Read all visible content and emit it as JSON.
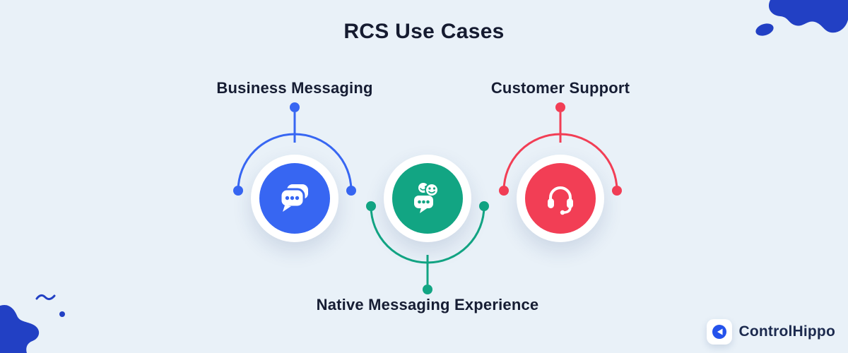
{
  "title": "RCS Use Cases",
  "nodes": [
    {
      "id": "business-messaging",
      "label": "Business Messaging",
      "color": "#3766F2",
      "icon": "chat-bubbles-icon",
      "label_position": "top"
    },
    {
      "id": "native-messaging-experience",
      "label": "Native Messaging Experience",
      "color": "#12A583",
      "icon": "smiley-chat-icon",
      "label_position": "bottom"
    },
    {
      "id": "customer-support",
      "label": "Customer Support",
      "color": "#F23E55",
      "icon": "headset-icon",
      "label_position": "top"
    }
  ],
  "logo": {
    "text": "ControlHippo",
    "icon": "controlhippo-logo-icon"
  },
  "colors": {
    "background": "#E9F1F8",
    "corner_blob": "#2240C4",
    "title_text": "#151B30",
    "label_text": "#161D33",
    "node_blue": "#3766F2",
    "node_green": "#12A583",
    "node_red": "#F23E55"
  }
}
